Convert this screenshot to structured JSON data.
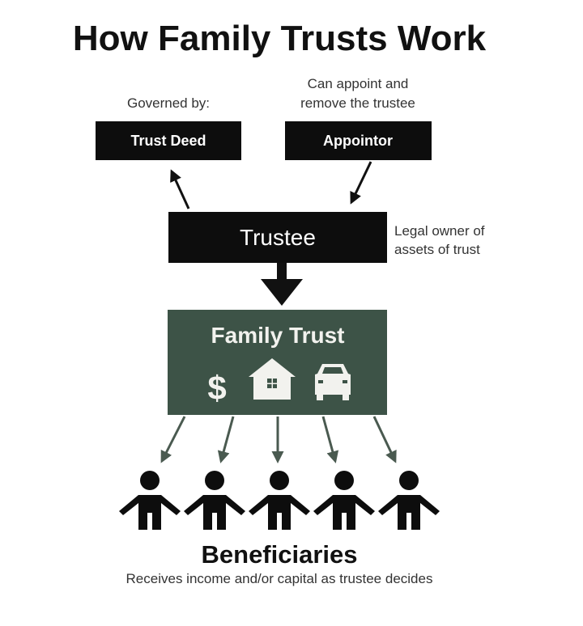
{
  "title": "How Family Trusts Work",
  "trust_deed": {
    "note": "Governed by:",
    "label": "Trust Deed"
  },
  "appointor": {
    "note_line1": "Can appoint and",
    "note_line2": "remove the trustee",
    "label": "Appointor"
  },
  "trustee": {
    "label": "Trustee",
    "note_line1": "Legal owner of",
    "note_line2": "assets of trust"
  },
  "family_trust": {
    "label": "Family Trust",
    "icons": [
      "dollar-icon",
      "house-icon",
      "car-icon"
    ],
    "color": "#3d5347",
    "dollar": "$"
  },
  "beneficiaries": {
    "label": "Beneficiaries",
    "description": "Receives income and/or capital as trustee decides",
    "count": 5
  }
}
